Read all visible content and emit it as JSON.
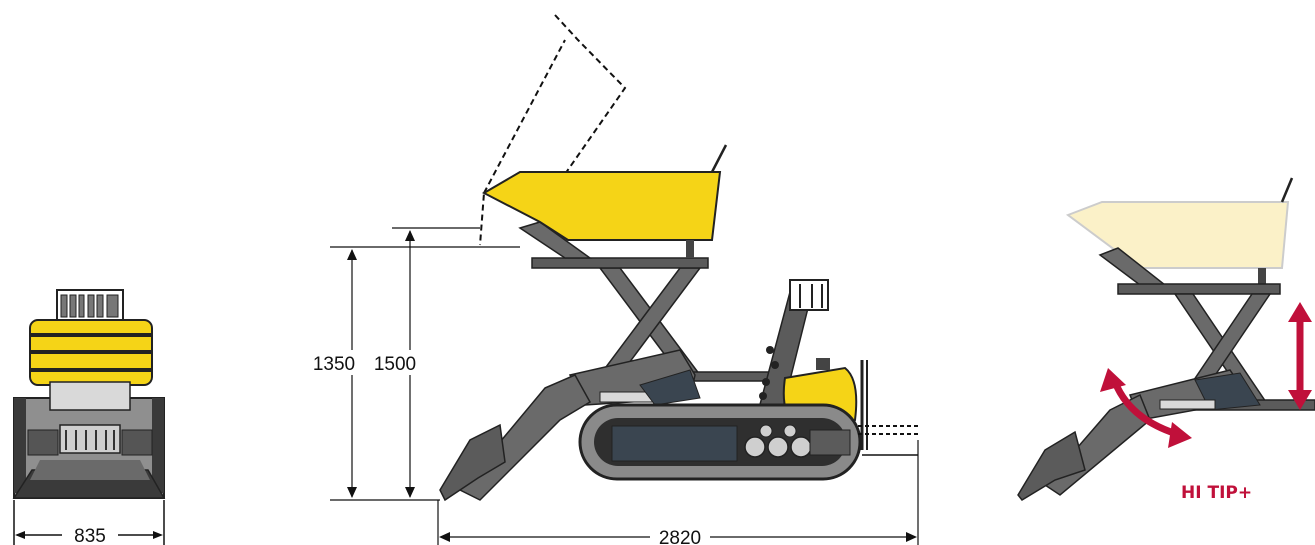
{
  "colors": {
    "body_yellow": "#f5d417",
    "frame_grey": "#5b5b5b",
    "dark_grey": "#2f2f2f",
    "track_dark": "#3a3a3a",
    "arrow_red": "#c0103a",
    "faded_bucket": "#fbf1c8",
    "dim_line": "#111111"
  },
  "dimensions": {
    "width_mm": "835",
    "height_low_mm": "1350",
    "height_high_mm": "1500",
    "length_mm": "2820"
  },
  "feature": {
    "label": "HI TIP+"
  },
  "views": [
    "front-view",
    "side-view",
    "hi-tip-detail"
  ]
}
